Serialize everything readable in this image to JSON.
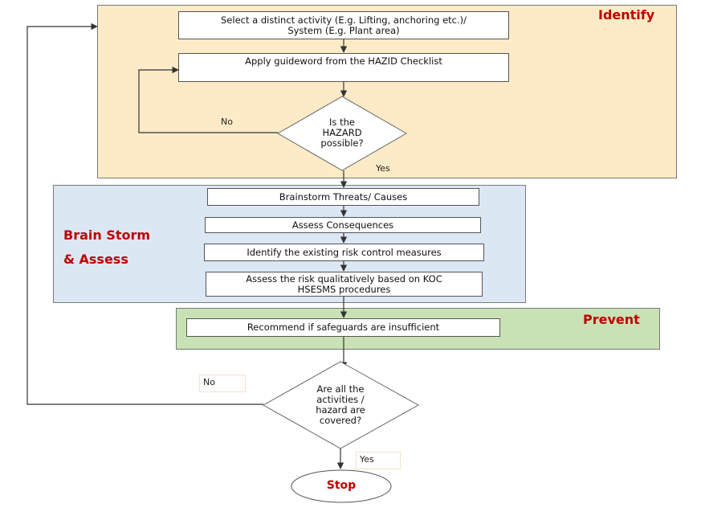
{
  "sections": {
    "identify": {
      "title": "Identify",
      "bg": "#fcebc6"
    },
    "brainstorm": {
      "title_line1": "Brain Storm",
      "title_line2": "& Assess",
      "bg": "#dce7f4"
    },
    "prevent": {
      "title": "Prevent",
      "bg": "#c9e2b5"
    }
  },
  "colors": {
    "title_red": "#c00000",
    "line": "#333333"
  },
  "steps": {
    "select_activity": "Select a distinct activity (E.g. Lifting, anchoring etc.)/\nSystem (E.g. Plant area)",
    "apply_guideword": "Apply guideword from the HAZID Checklist",
    "brainstorm_threats": "Brainstorm Threats/ Causes",
    "assess_consequences": "Assess Consequences",
    "identify_controls": "Identify the existing risk control measures",
    "assess_risk": "Assess the risk qualitatively based on KOC\nHSESMS procedures",
    "recommend": "Recommend if safeguards are insufficient"
  },
  "decisions": {
    "hazard_possible": "Is the\nHAZARD\npossible?",
    "all_covered": "Are all the\nactivities /\nhazard are\ncovered?"
  },
  "labels": {
    "no_1": "No",
    "yes_1": "Yes",
    "no_2": "No",
    "yes_2": "Yes"
  },
  "terminal": {
    "stop": "Stop"
  }
}
